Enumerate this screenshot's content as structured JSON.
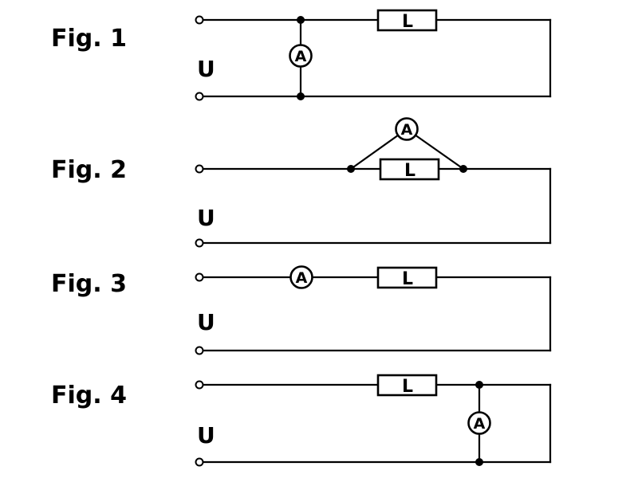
{
  "colors": {
    "line": "#000000",
    "background": "#ffffff"
  },
  "figures": [
    {
      "label": "Fig. 1",
      "source": "U",
      "load": "L",
      "meter": "A",
      "meter_position": "parallel-with-source"
    },
    {
      "label": "Fig. 2",
      "source": "U",
      "load": "L",
      "meter": "A",
      "meter_position": "parallel-with-load"
    },
    {
      "label": "Fig. 3",
      "source": "U",
      "load": "L",
      "meter": "A",
      "meter_position": "series-before-load"
    },
    {
      "label": "Fig. 4",
      "source": "U",
      "load": "L",
      "meter": "A",
      "meter_position": "parallel-after-load"
    }
  ]
}
